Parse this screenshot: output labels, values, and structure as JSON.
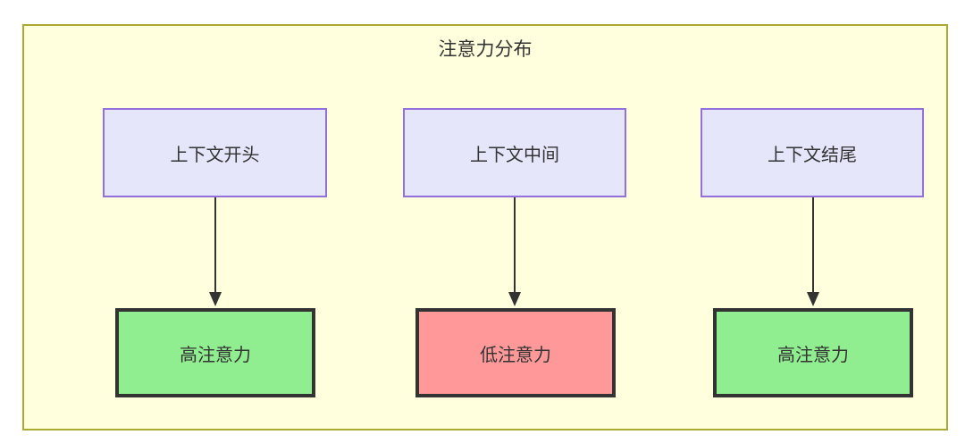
{
  "diagram": {
    "title": "注意力分布",
    "container": {
      "fill": "#ffffde",
      "stroke": "#aaaa33"
    },
    "context_nodes": [
      {
        "id": "ctx-start",
        "label": "上下文开头",
        "fill": "#e6e6fa",
        "stroke": "#9370db"
      },
      {
        "id": "ctx-middle",
        "label": "上下文中间",
        "fill": "#e6e6fa",
        "stroke": "#9370db"
      },
      {
        "id": "ctx-end",
        "label": "上下文结尾",
        "fill": "#e6e6fa",
        "stroke": "#9370db"
      }
    ],
    "attention_nodes": [
      {
        "id": "att-high-start",
        "label": "高注意力",
        "fill": "#90ee90",
        "stroke": "#333333"
      },
      {
        "id": "att-low-middle",
        "label": "低注意力",
        "fill": "#ff9999",
        "stroke": "#333333"
      },
      {
        "id": "att-high-end",
        "label": "高注意力",
        "fill": "#90ee90",
        "stroke": "#333333"
      }
    ],
    "edges": [
      {
        "from": "ctx-start",
        "to": "att-high-start",
        "label": ""
      },
      {
        "from": "ctx-middle",
        "to": "att-low-middle",
        "label": ""
      },
      {
        "from": "ctx-end",
        "to": "att-high-end",
        "label": ""
      }
    ],
    "edge_color": "#333333"
  }
}
